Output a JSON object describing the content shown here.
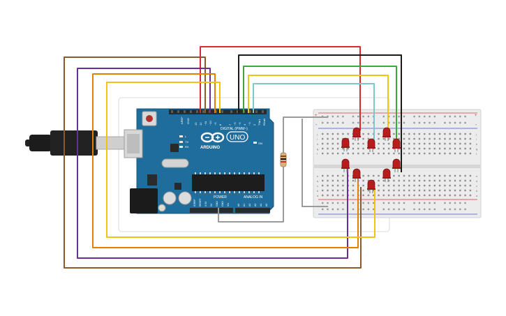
{
  "board": {
    "brand": "ARDUINO",
    "model": "UNO",
    "digital_label": "DIGITAL (PWM~)",
    "power_label": "POWER",
    "analog_label": "ANALOG IN",
    "on_label": "ON",
    "tx_label": "TX",
    "rx_label": "RX",
    "l_label": "L",
    "aref_label": "AREF",
    "gnd_label": "GND",
    "digital_pins": [
      "13",
      "12",
      "~11",
      "~10",
      "~9",
      "8",
      "7",
      "~6",
      "~5",
      "4",
      "~3",
      "2",
      "TX▸1",
      "RX◂0"
    ],
    "power_pins": [
      "IOREF",
      "RESET",
      "3.3V",
      "5V",
      "GND",
      "GND",
      "Vin"
    ],
    "analog_pins": [
      "A0",
      "A1",
      "A2",
      "A3",
      "A4",
      "A5"
    ]
  },
  "breadboard": {
    "row_letters_top": [
      "j",
      "i",
      "h",
      "g",
      "f"
    ],
    "row_letters_bottom": [
      "e",
      "d",
      "c",
      "b",
      "a"
    ],
    "plus": "+",
    "minus": "-"
  },
  "colors": {
    "board_blue": "#1f6d9c",
    "wire_red": "#d92b2b",
    "wire_black": "#1a1a1a",
    "wire_green": "#3ba935",
    "wire_yellow": "#f1c40f",
    "wire_cyan": "#7fc6cf",
    "wire_brown": "#8b5a2b",
    "wire_purple": "#6e2b9a",
    "wire_orange": "#e67e00",
    "wire_grey": "#9a9a9a",
    "led_red": "#b81d1d"
  },
  "icons": [
    "usb-cable-icon",
    "reset-button-icon",
    "arduino-logo-icon",
    "resistor-icon",
    "led-icon"
  ]
}
